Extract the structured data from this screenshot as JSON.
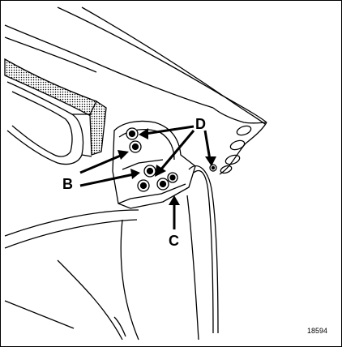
{
  "labels": {
    "b": "B",
    "c": "C",
    "d": "D"
  },
  "reference_number": "18594",
  "colors": {
    "ink": "#000000",
    "paper": "#ffffff",
    "seal_gray": "#cfcfcf"
  }
}
